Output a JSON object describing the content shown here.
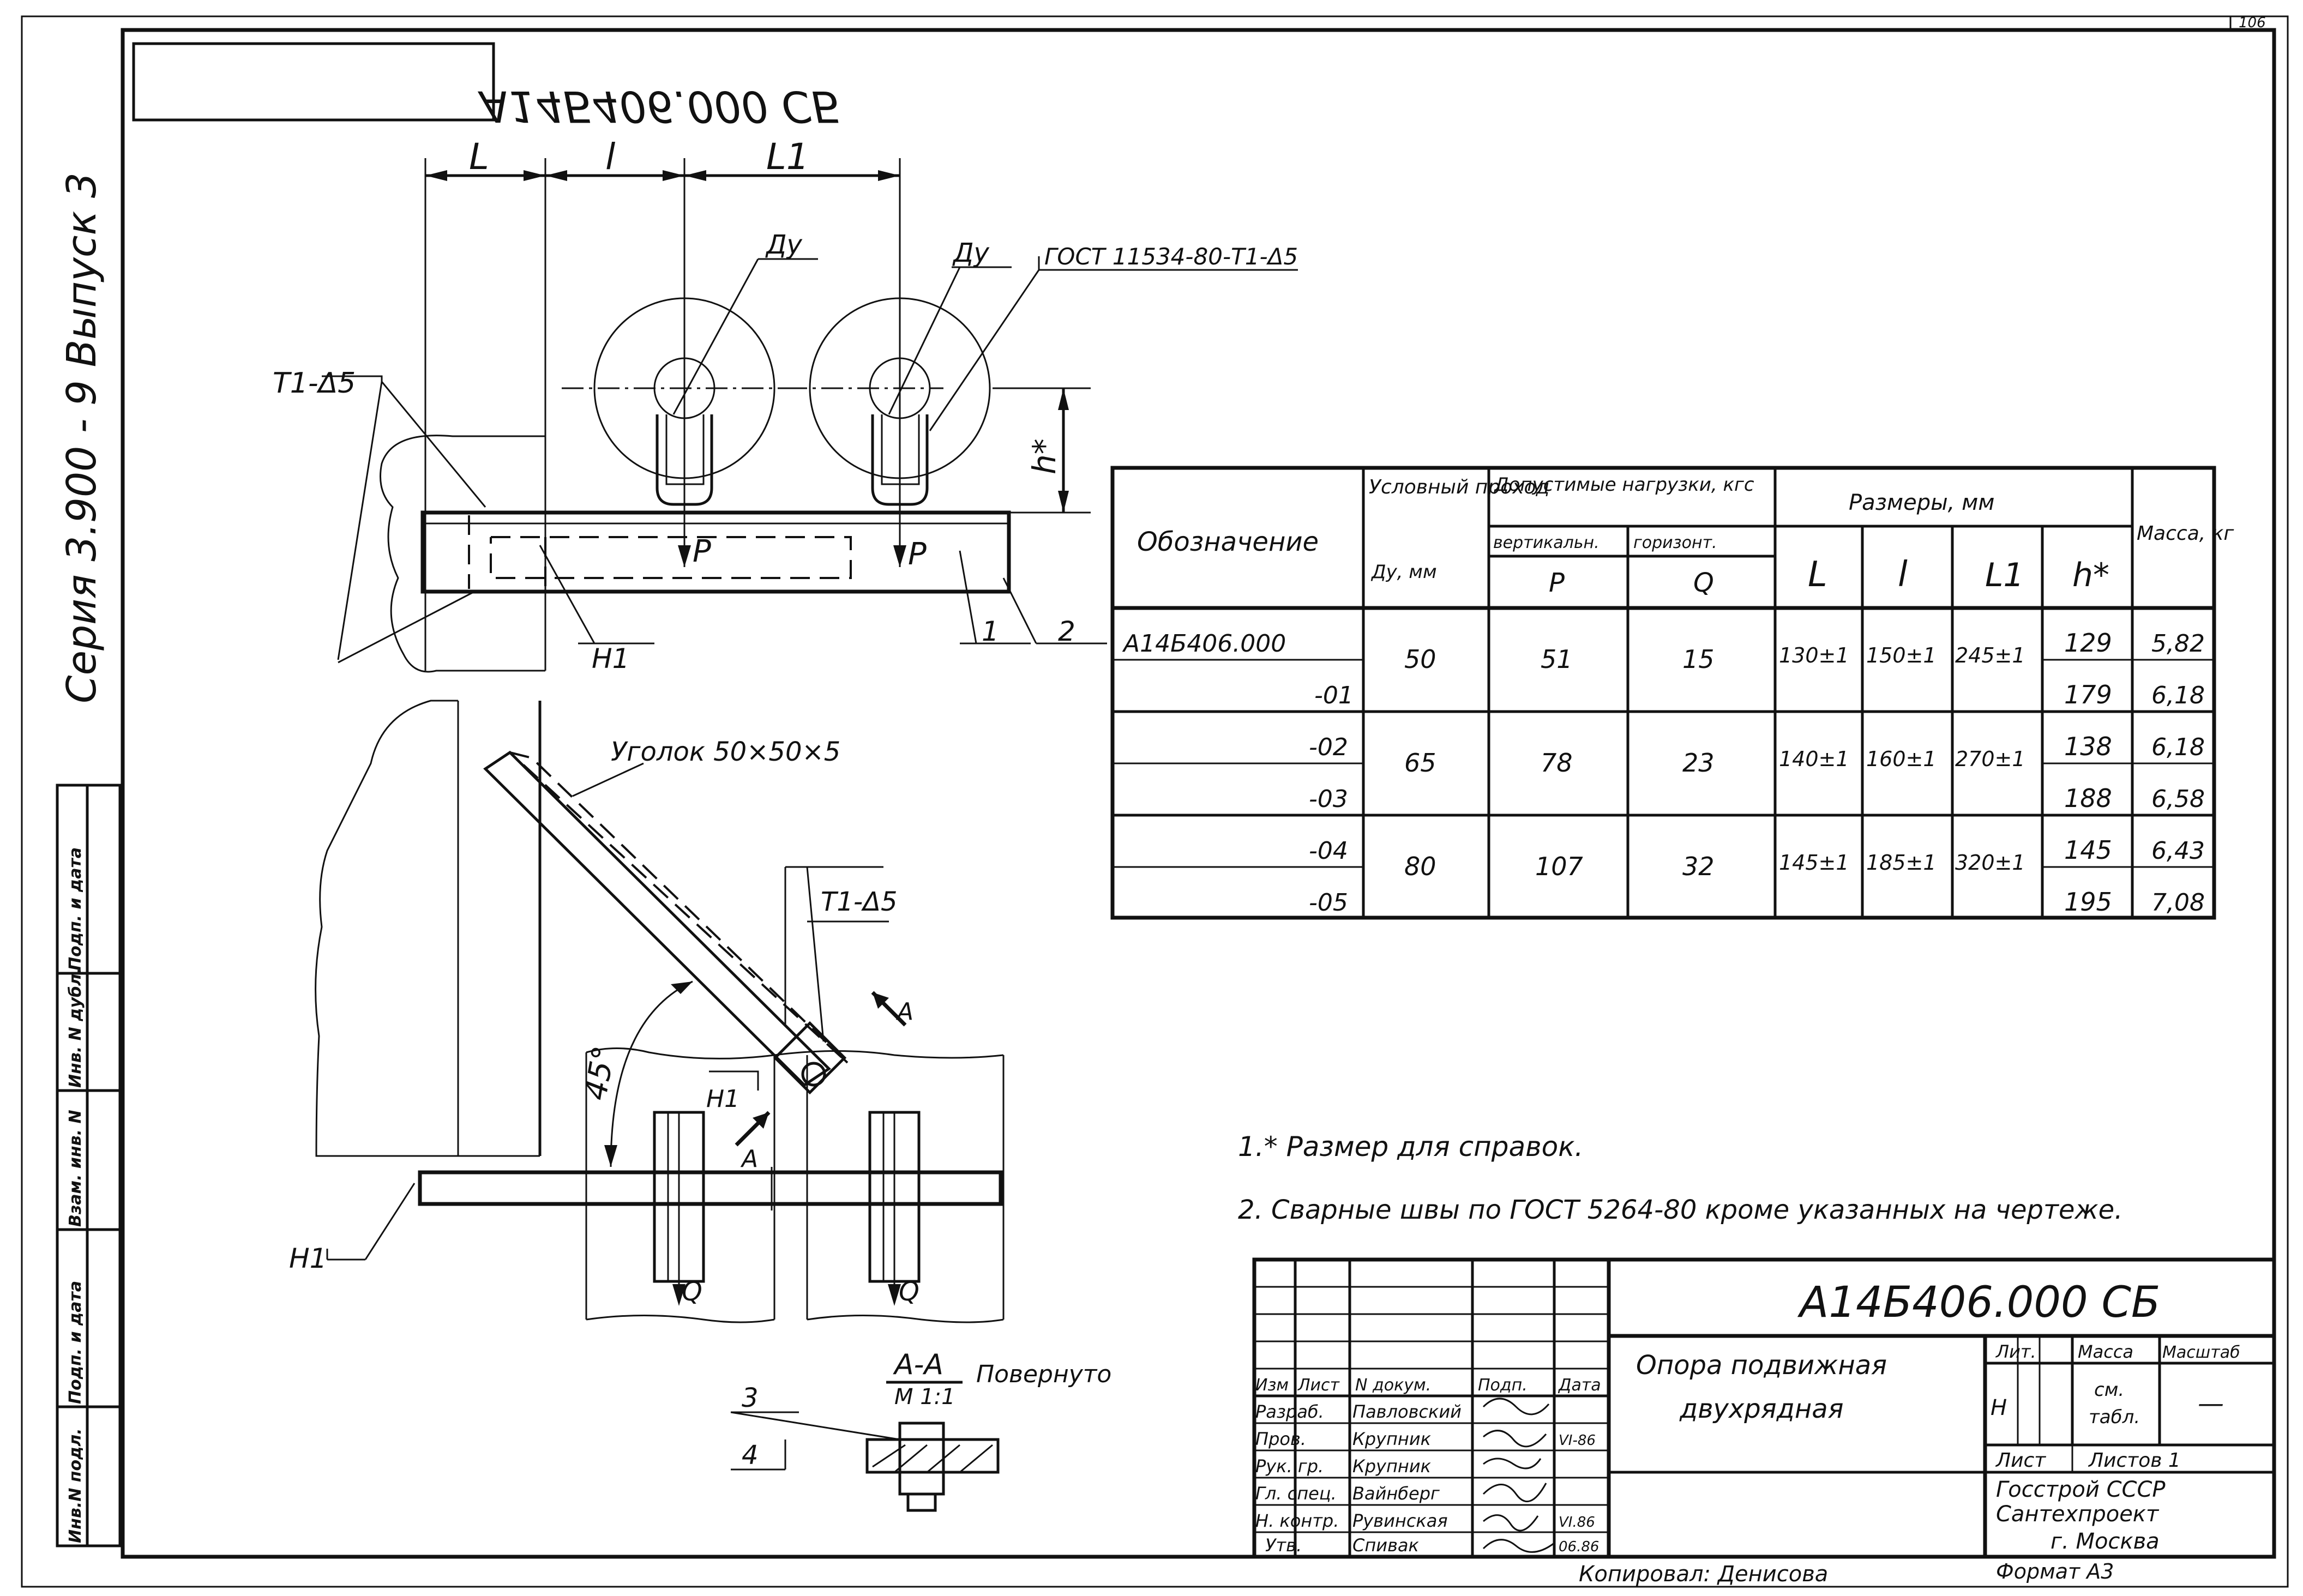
{
  "page_number": "106",
  "doc_code_mirrored": "А14Б406.000 СБ",
  "series": "Серия 3.900 - 9   Выпуск 3",
  "side_stamp": [
    "Инв.N подл.",
    "Подп. и дата",
    "Взам. инв. N",
    "Инв. N дубл.",
    "Подп. и дата"
  ],
  "drawing": {
    "dim_L": "L",
    "dim_l": "l",
    "dim_L1": "L1",
    "dy1": "Ду",
    "dy2": "Ду",
    "gost_weld": "ГОСТ 11534-80-Т1-Δ5",
    "weld_t1_top": "Т1-Δ5",
    "h_star": "h*",
    "p1": "P",
    "p2": "P",
    "h1_top": "Н1",
    "pos1": "1",
    "pos2": "2",
    "angle_label": "Уголок 50×50×5",
    "weld_t1_bottom": "Т1-Δ5",
    "h1_bracket": "Н1",
    "angle_45": "45°",
    "section_a1": "А",
    "section_a2": "А",
    "h1_bottom": "Н1",
    "q1": "Q",
    "q2": "Q",
    "section_title": "А-А",
    "section_scale": "М 1:1",
    "section_note": "Повернуто",
    "pos3": "3",
    "pos4": "4"
  },
  "spec_table": {
    "headers": {
      "designation": "Обозначение",
      "dn": "Условный проход",
      "dn_unit": "Ду, мм",
      "loads": "Допустимые нагрузки, кгс",
      "vertical": "вертикальн.",
      "horizontal": "горизонт.",
      "p": "P",
      "q": "Q",
      "dims": "Размеры, мм",
      "L": "L",
      "l": "l",
      "L1": "L1",
      "h": "h*",
      "mass": "Масса, кг"
    },
    "rows": [
      {
        "designation": "А14Б406.000",
        "h": "129",
        "mass": "5,82"
      },
      {
        "designation": "-01",
        "h": "179",
        "mass": "6,18"
      },
      {
        "designation": "-02",
        "h": "138",
        "mass": "6,18"
      },
      {
        "designation": "-03",
        "h": "188",
        "mass": "6,58"
      },
      {
        "designation": "-04",
        "h": "145",
        "mass": "6,43"
      },
      {
        "designation": "-05",
        "h": "195",
        "mass": "7,08"
      }
    ],
    "groups": [
      {
        "dn": "50",
        "p": "51",
        "q": "15",
        "L": "130±1",
        "l": "150±1",
        "L1": "245±1"
      },
      {
        "dn": "65",
        "p": "78",
        "q": "23",
        "L": "140±1",
        "l": "160±1",
        "L1": "270±1"
      },
      {
        "dn": "80",
        "p": "107",
        "q": "32",
        "L": "145±1",
        "l": "185±1",
        "L1": "320±1"
      }
    ]
  },
  "notes": [
    "1.* Размер для справок.",
    "2. Сварные швы по ГОСТ 5264-80 кроме указанных на чертеже."
  ],
  "title_block": {
    "doc_code": "А14Б406.000 СБ",
    "title_line1": "Опора подвижная",
    "title_line2": "двухрядная",
    "col_headers": [
      "Изм",
      "Лист",
      "N докум.",
      "Подп.",
      "Дата"
    ],
    "roles": [
      {
        "role": "Разраб.",
        "name": "Павловский",
        "date": ""
      },
      {
        "role": "Пров.",
        "name": "Крупник",
        "date": "VI-86"
      },
      {
        "role": "Рук. гр.",
        "name": "Крупник",
        "date": ""
      },
      {
        "role": "Гл. спец.",
        "name": "Вайнберг",
        "date": ""
      },
      {
        "role": "Н. контр.",
        "name": "Рувинская",
        "date": "VI.86"
      },
      {
        "role": "Утв.",
        "name": "Спивак",
        "date": "06.86"
      }
    ],
    "lit": "Лит.",
    "lit_value": "Н",
    "mass_label": "Масса",
    "mass_value_1": "см.",
    "mass_value_2": "табл.",
    "scale_label": "Масштаб",
    "scale_value": "—",
    "sheet_label": "Лист",
    "sheets_label": "Листов 1",
    "org1": "Госстрой СССР",
    "org2": "Сантехпроект",
    "org3": "г. Москва"
  },
  "copied_by": "Копировал: Денисова",
  "format": "Формат А3"
}
